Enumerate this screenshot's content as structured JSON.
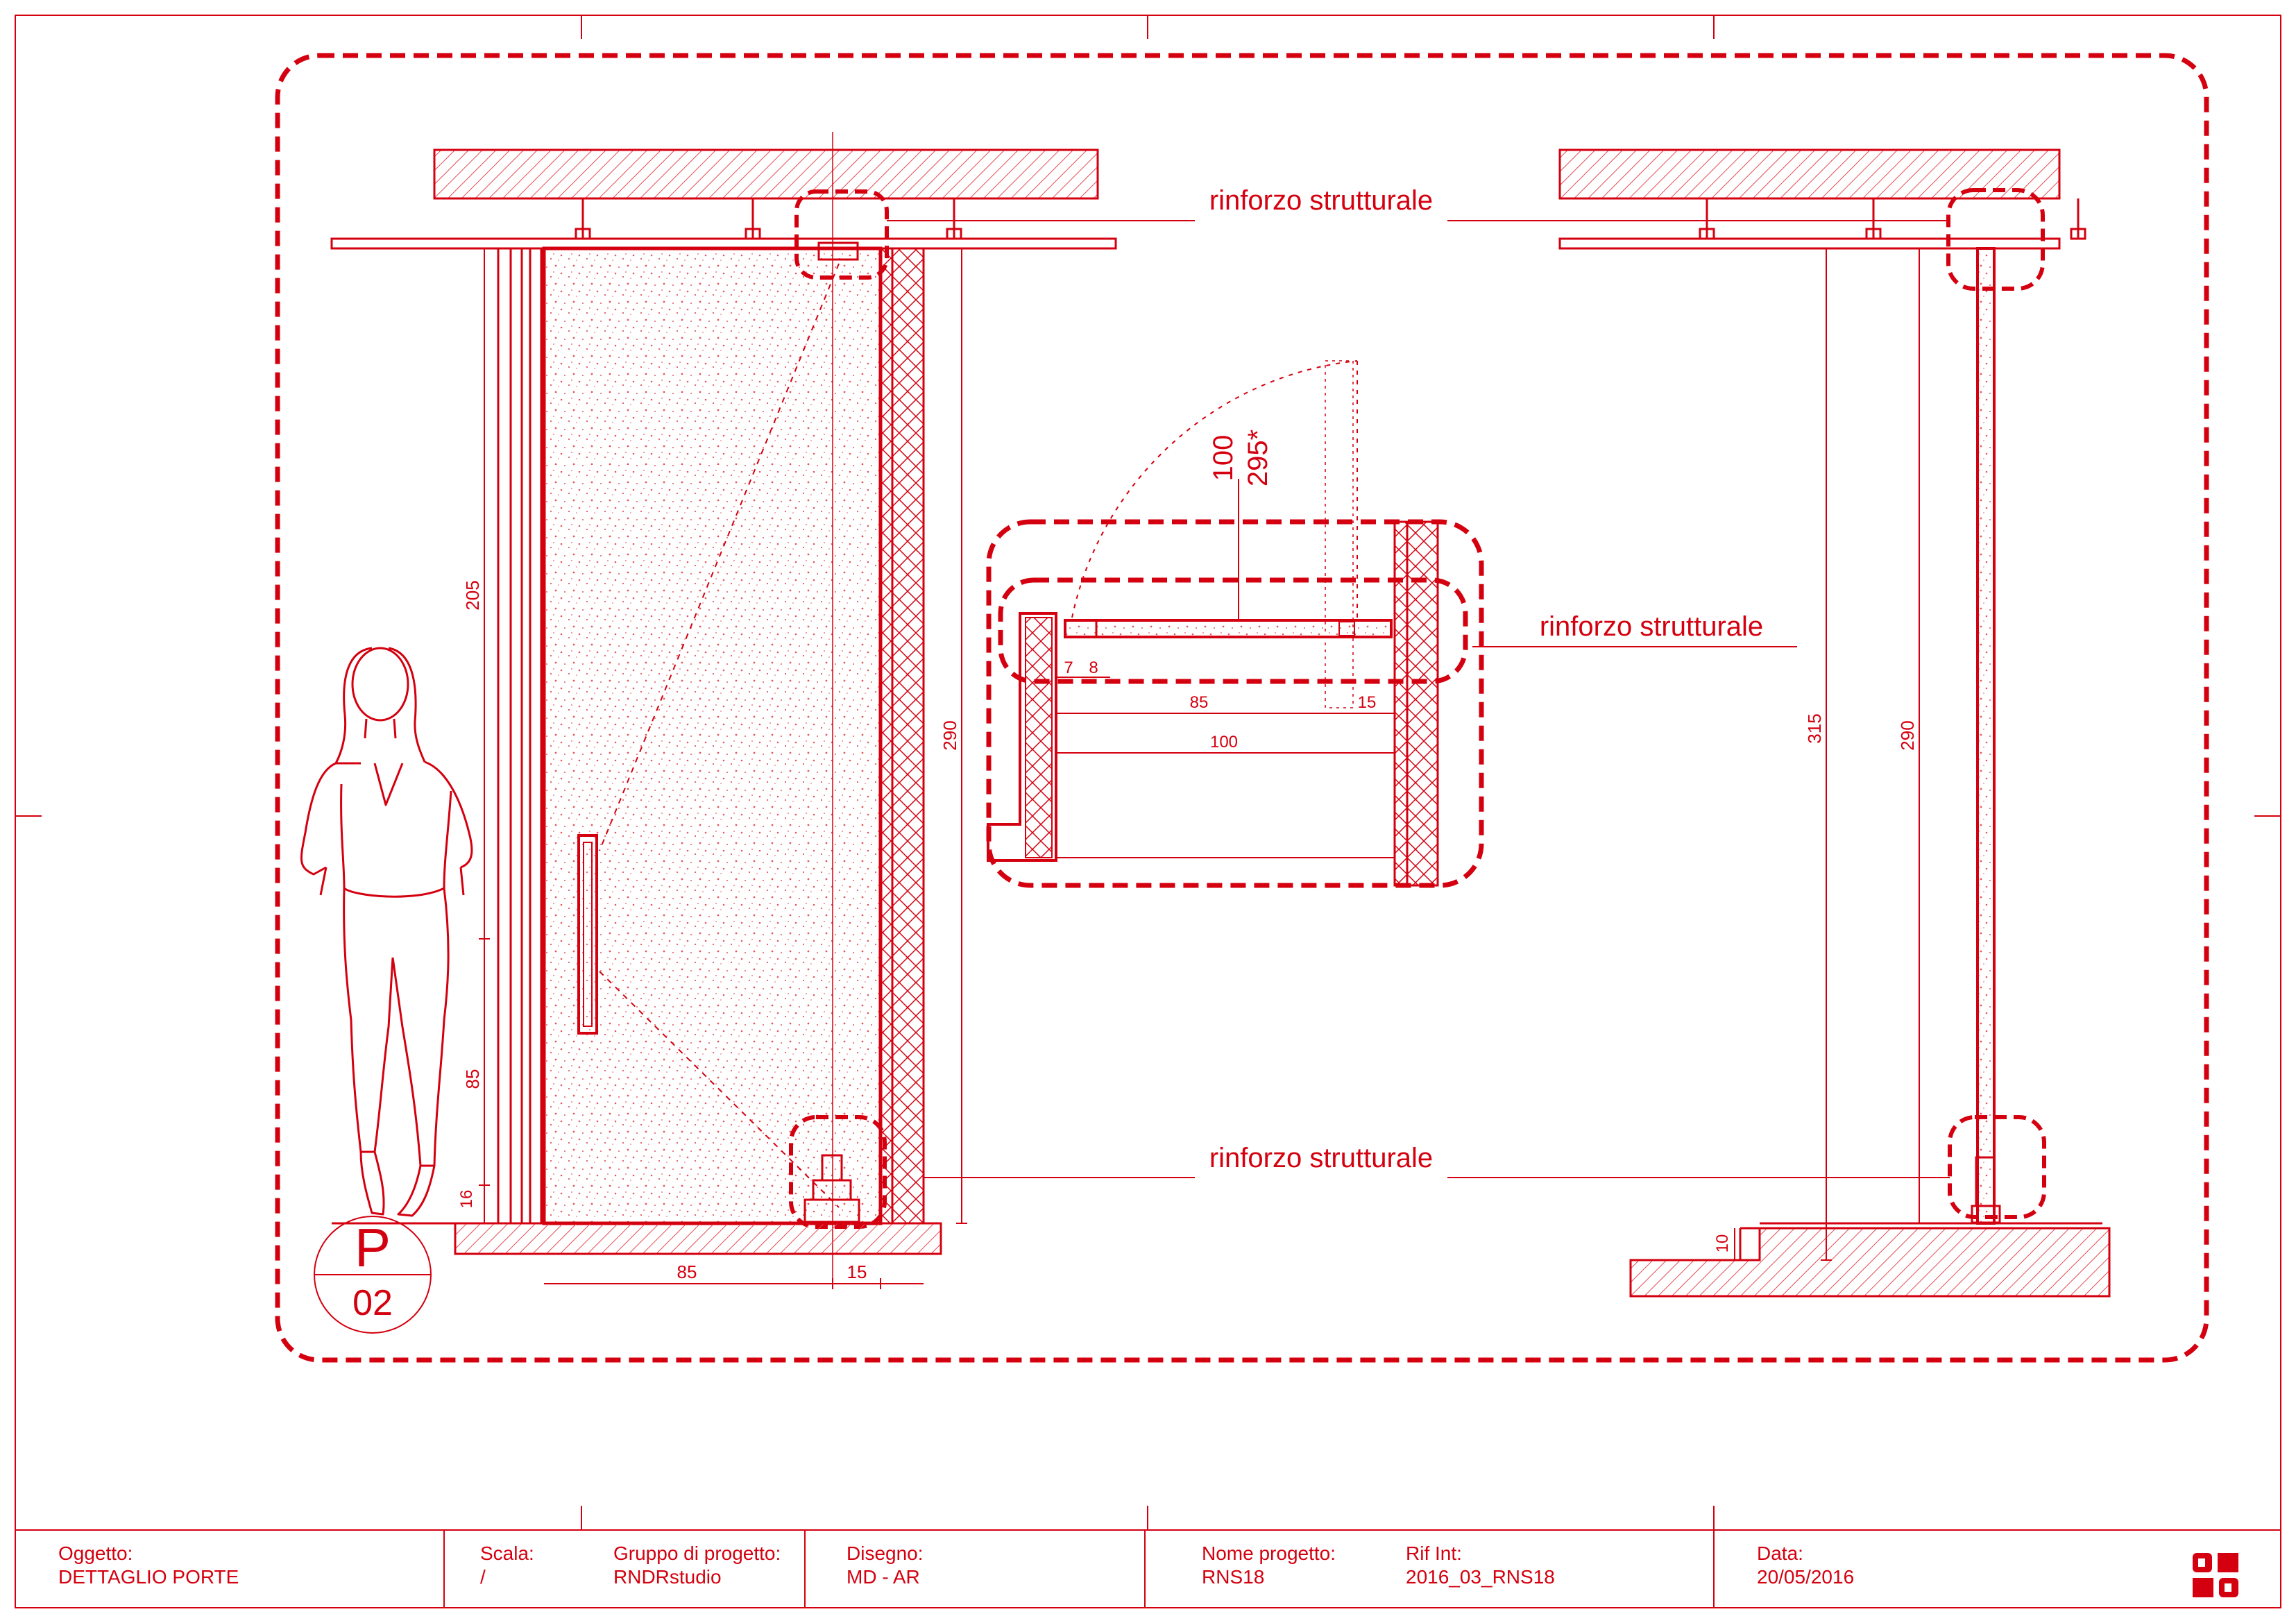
{
  "colors": {
    "line": "#d4000f",
    "hatch": "#e34c52",
    "paper": "#ffffff"
  },
  "labels": {
    "rinforzo_top": "rinforzo strutturale",
    "rinforzo_mid": "rinforzo strutturale",
    "rinforzo_bottom": "rinforzo strutturale"
  },
  "tag": {
    "letter": "P",
    "number": "02"
  },
  "dimensions": {
    "door_height": "205",
    "handle_height": "85",
    "floor_gap": "16",
    "wall_height_left": "290",
    "door_width": "85",
    "jamb_width": "15",
    "plan_depth_a": "100",
    "plan_depth_b": "295*",
    "plan_7": "7",
    "plan_8": "8",
    "plan_85": "85",
    "plan_15": "15",
    "plan_100": "100",
    "room_height": "315",
    "wall_height_right": "290",
    "step": "10"
  },
  "title_block": {
    "oggetto_label": "Oggetto:",
    "oggetto_value": "DETTAGLIO PORTE",
    "scala_label": "Scala:",
    "scala_value": "/",
    "gruppo_label": "Gruppo di progetto:",
    "gruppo_value": "RNDRstudio",
    "disegno_label": "Disegno:",
    "disegno_value": "MD - AR",
    "nome_label": "Nome progetto:",
    "nome_value": "RNS18",
    "rif_label": "Rif Int:",
    "rif_value": "2016_03_RNS18",
    "data_label": "Data:",
    "data_value": "20/05/2016"
  }
}
